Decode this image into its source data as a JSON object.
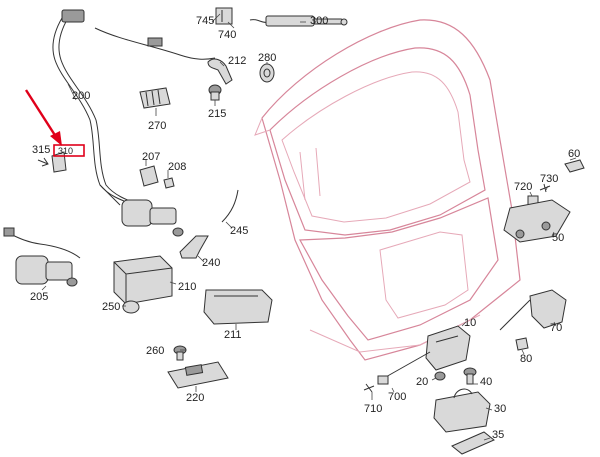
{
  "labels": {
    "l745": "745",
    "l740": "740",
    "l300": "300",
    "l200": "200",
    "l212": "212",
    "l280": "280",
    "l270": "270",
    "l215": "215",
    "l315": "315",
    "l310": "310",
    "l207": "207",
    "l208": "208",
    "l245": "245",
    "l240": "240",
    "l205": "205",
    "l210": "210",
    "l250": "250",
    "l211": "211",
    "l260": "260",
    "l220": "220",
    "l60": "60",
    "l720": "720",
    "l730": "730",
    "l50": "50",
    "l70": "70",
    "l10": "10",
    "l80": "80",
    "l20": "20",
    "l40": "40",
    "l700": "700",
    "l710": "710",
    "l30": "30",
    "l35": "35"
  },
  "colors": {
    "highlight": "#e0001a",
    "tailgate_outline": "#d7869a"
  },
  "annotation": {
    "arrow": "red-arrow-icon",
    "highlighted_part": "310"
  }
}
